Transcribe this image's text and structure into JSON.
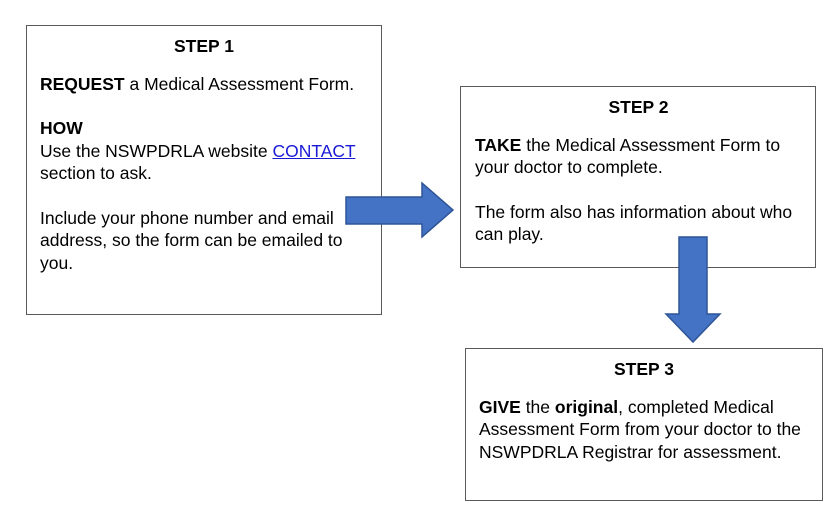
{
  "step1": {
    "title": "STEP 1",
    "request_bold": "REQUEST",
    "request_rest": " a Medical Assessment Form.",
    "how_label": "HOW",
    "how_text_before": "Use the NSWPDRLA website ",
    "contact_link": "CONTACT",
    "how_text_after": " section to ask.",
    "include_text": "Include your phone number and email address, so the form can be emailed to you."
  },
  "step2": {
    "title": "STEP 2",
    "take_bold": "TAKE",
    "take_rest": " the Medical Assessment Form to your doctor to complete.",
    "info_text": "The form also has information about who can play."
  },
  "step3": {
    "title": "STEP 3",
    "give_bold": "GIVE",
    "give_mid": " the ",
    "original_bold": "original",
    "give_rest": ", completed Medical Assessment Form from your doctor to the NSWPDRLA Registrar for assessment."
  },
  "colors": {
    "arrow_fill": "#4472c4",
    "arrow_stroke": "#2f5597",
    "link": "#1a1ad6",
    "box_border": "#5a5a5a"
  }
}
